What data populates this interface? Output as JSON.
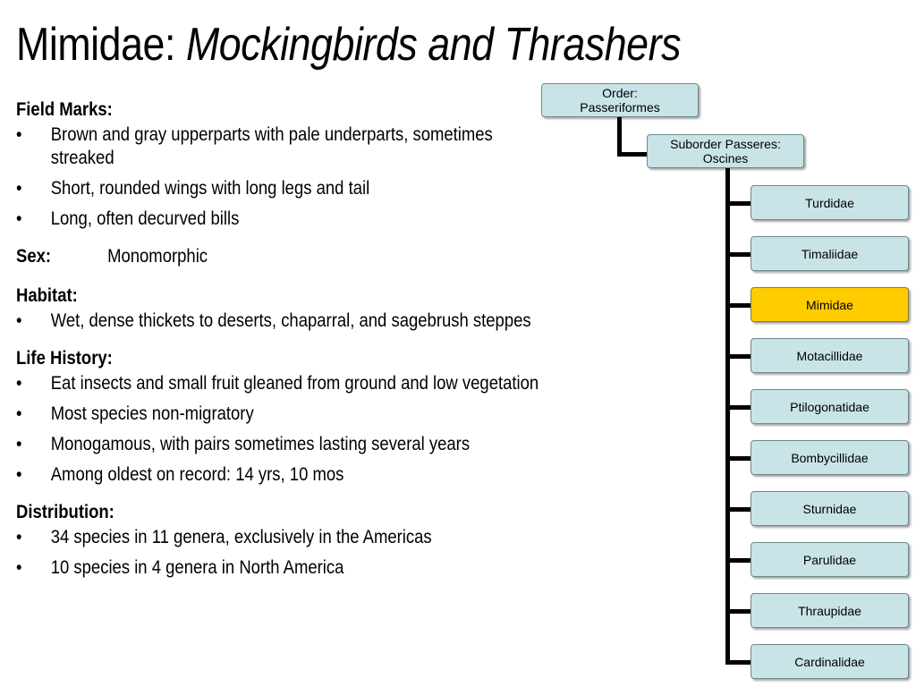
{
  "title": {
    "family": "Mimidae: ",
    "common": "Mockingbirds and Thrashers"
  },
  "field_marks": {
    "heading": "Field Marks:",
    "items": [
      "Brown and gray upperparts with pale underparts, sometimes streaked",
      "Short, rounded wings with long legs and tail",
      "Long, often decurved bills"
    ]
  },
  "sex": {
    "label": "Sex:",
    "value": "Monomorphic"
  },
  "habitat": {
    "heading": "Habitat:",
    "items": [
      "Wet, dense thickets to deserts, chaparral, and sagebrush steppes"
    ]
  },
  "life_history": {
    "heading": "Life History:",
    "items": [
      "Eat insects and small fruit gleaned from ground and low vegetation",
      "Most  species non-migratory",
      "Monogamous, with pairs sometimes lasting several years",
      "Among oldest on record: 14 yrs, 10 mos"
    ]
  },
  "distribution": {
    "heading": "Distribution:",
    "items": [
      "34 species in 11 genera, exclusively in the Americas",
      "10 species in 4 genera in North America"
    ]
  },
  "bullet_char": "•",
  "tree": {
    "order": [
      "Order:",
      "Passeriformes"
    ],
    "suborder": [
      "Suborder Passeres:",
      "Oscines"
    ],
    "families": [
      "Turdidae",
      "Timaliidae",
      "Mimidae",
      "Motacillidae",
      "Ptilogonatidae",
      "Bombycillidae",
      "Sturnidae",
      "Parulidae",
      "Thraupidae",
      "Cardinalidae"
    ],
    "highlight": "Mimidae",
    "colors": {
      "node": "#c9e4e7",
      "highlight": "#ffcc00"
    }
  }
}
